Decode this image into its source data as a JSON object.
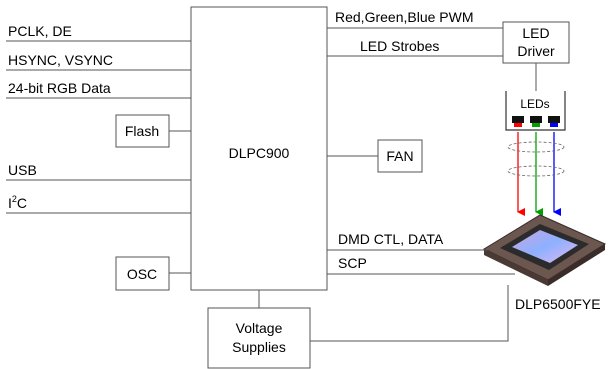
{
  "inputs": {
    "pclk_de": "PCLK, DE",
    "hsync_vsync": "HSYNC, VSYNC",
    "rgb_data": "24-bit RGB Data",
    "usb": "USB",
    "i2c_prefix": "I",
    "i2c_sup": "2",
    "i2c_suffix": "C"
  },
  "blocks": {
    "controller": "DLPC900",
    "flash": "Flash",
    "osc": "OSC",
    "fan": "FAN",
    "led_driver_line1": "LED",
    "led_driver_line2": "Driver",
    "leds": "LEDs",
    "voltage_line1": "Voltage",
    "voltage_line2": "Supplies",
    "dmd": "DLP6500FYE"
  },
  "signals": {
    "pwm": "Red,Green,Blue PWM",
    "strobes": "LED Strobes",
    "dmd_ctl": "DMD CTL, DATA",
    "scp": "SCP"
  },
  "colors": {
    "red": "#ff0000",
    "green": "#00a000",
    "blue": "#0000ff",
    "wire": "#555555"
  }
}
